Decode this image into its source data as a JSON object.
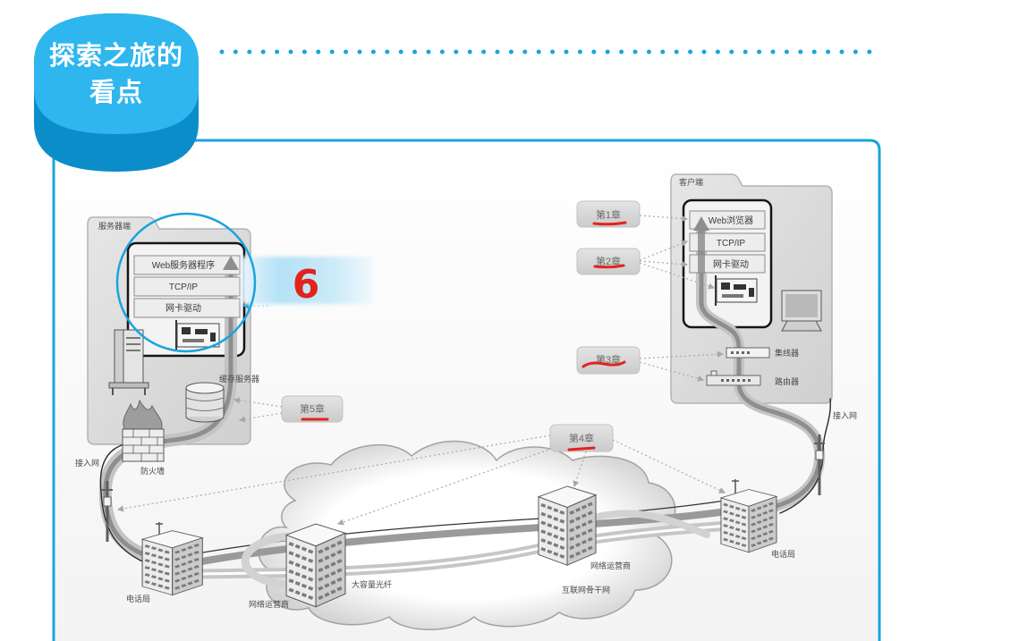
{
  "badge": {
    "line1": "探索之旅的",
    "line2": "看点"
  },
  "server": {
    "title": "服务器端",
    "stack": [
      "Web服务器程序",
      "TCP/IP",
      "网卡驱动"
    ],
    "cache_label": "缓存服务器",
    "firewall_label": "防火墙",
    "access_label": "接入网"
  },
  "annotation": {
    "handwritten": "6"
  },
  "client": {
    "title": "客户端",
    "stack": [
      "Web浏览器",
      "TCP/IP",
      "网卡驱动"
    ],
    "hub_label": "集线器",
    "router_label": "路由器",
    "access_label": "接入网"
  },
  "chapters": {
    "ch1": "第1章",
    "ch2": "第2章",
    "ch3": "第3章",
    "ch4": "第4章",
    "ch5": "第5章"
  },
  "network": {
    "left_phone": "电话局",
    "right_phone": "电话局",
    "operator_left": "网络运营商",
    "operator_right": "网络运营商",
    "fiber": "大容量光纤",
    "backbone": "互联网骨干网"
  },
  "icons": {
    "server": "server-tower-icon",
    "cache": "database-icon",
    "firewall": "firewall-icon",
    "nic": "network-card-icon",
    "monitor": "monitor-icon",
    "hub": "hub-icon",
    "router": "router-icon",
    "building": "building-icon",
    "pole": "utility-pole-icon",
    "cloud": "cloud-icon"
  },
  "colors": {
    "accent": "#1ba3de",
    "accent_light": "#2fb6ee",
    "accent_dark": "#0b8dca",
    "annotation": "#e3231c"
  }
}
